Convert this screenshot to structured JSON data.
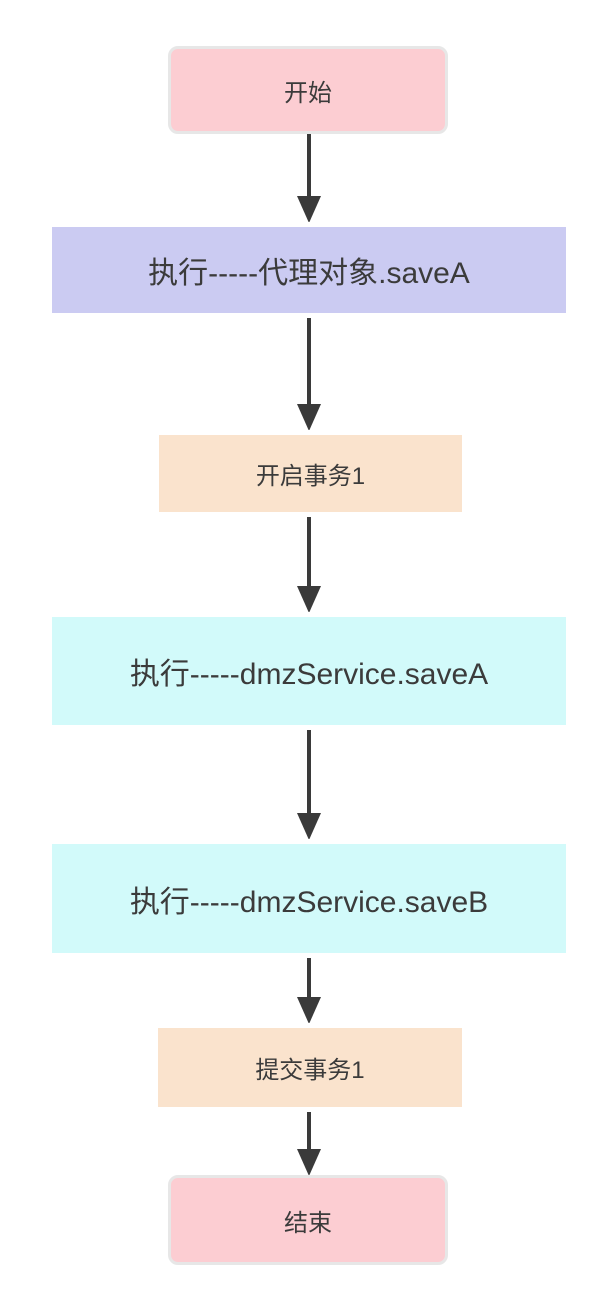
{
  "diagram": {
    "type": "flowchart",
    "background": "#ffffff",
    "colors": {
      "start_end_fill": "#fccdd2",
      "start_end_border": "#e7e7e7",
      "proxy_fill": "#cbcbf2",
      "transaction_fill": "#fae3cd",
      "service_fill": "#d2fafa",
      "rect_border": "#ffffff",
      "arrow": "#3a3a3a",
      "text": "#3b3b3b"
    },
    "nodes": [
      {
        "id": "start",
        "label": "开始",
        "shape": "rounded",
        "fill": "#fccdd2"
      },
      {
        "id": "proxy-save-a",
        "label": "执行-----代理对象.saveA",
        "shape": "rect",
        "fill": "#cbcbf2"
      },
      {
        "id": "open-tx-1",
        "label": "开启事务1",
        "shape": "rect",
        "fill": "#fae3cd"
      },
      {
        "id": "dmz-save-a",
        "label": "执行-----dmzService.saveA",
        "shape": "rect",
        "fill": "#d2fafa"
      },
      {
        "id": "dmz-save-b",
        "label": "执行-----dmzService.saveB",
        "shape": "rect",
        "fill": "#d2fafa"
      },
      {
        "id": "commit-tx-1",
        "label": "提交事务1",
        "shape": "rect",
        "fill": "#fae3cd"
      },
      {
        "id": "end",
        "label": "结束",
        "shape": "rounded",
        "fill": "#fccdd2"
      }
    ],
    "edges": [
      {
        "from": "start",
        "to": "proxy-save-a"
      },
      {
        "from": "proxy-save-a",
        "to": "open-tx-1"
      },
      {
        "from": "open-tx-1",
        "to": "dmz-save-a"
      },
      {
        "from": "dmz-save-a",
        "to": "dmz-save-b"
      },
      {
        "from": "dmz-save-b",
        "to": "commit-tx-1"
      },
      {
        "from": "commit-tx-1",
        "to": "end"
      }
    ]
  }
}
